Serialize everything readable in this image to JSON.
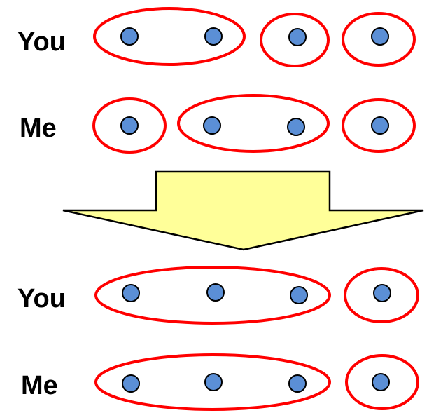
{
  "colors": {
    "group_outline": "#ff0000",
    "dot_fill": "#5b8fd6",
    "arrow_fill": "#ffff99"
  },
  "rows": [
    {
      "label": "You",
      "groups": [
        2,
        1,
        1
      ]
    },
    {
      "label": "Me",
      "groups": [
        1,
        2,
        1
      ]
    },
    {
      "label": "You",
      "groups": [
        3,
        1
      ]
    },
    {
      "label": "Me",
      "groups": [
        3,
        1
      ]
    }
  ],
  "arrow": {
    "direction": "down"
  }
}
